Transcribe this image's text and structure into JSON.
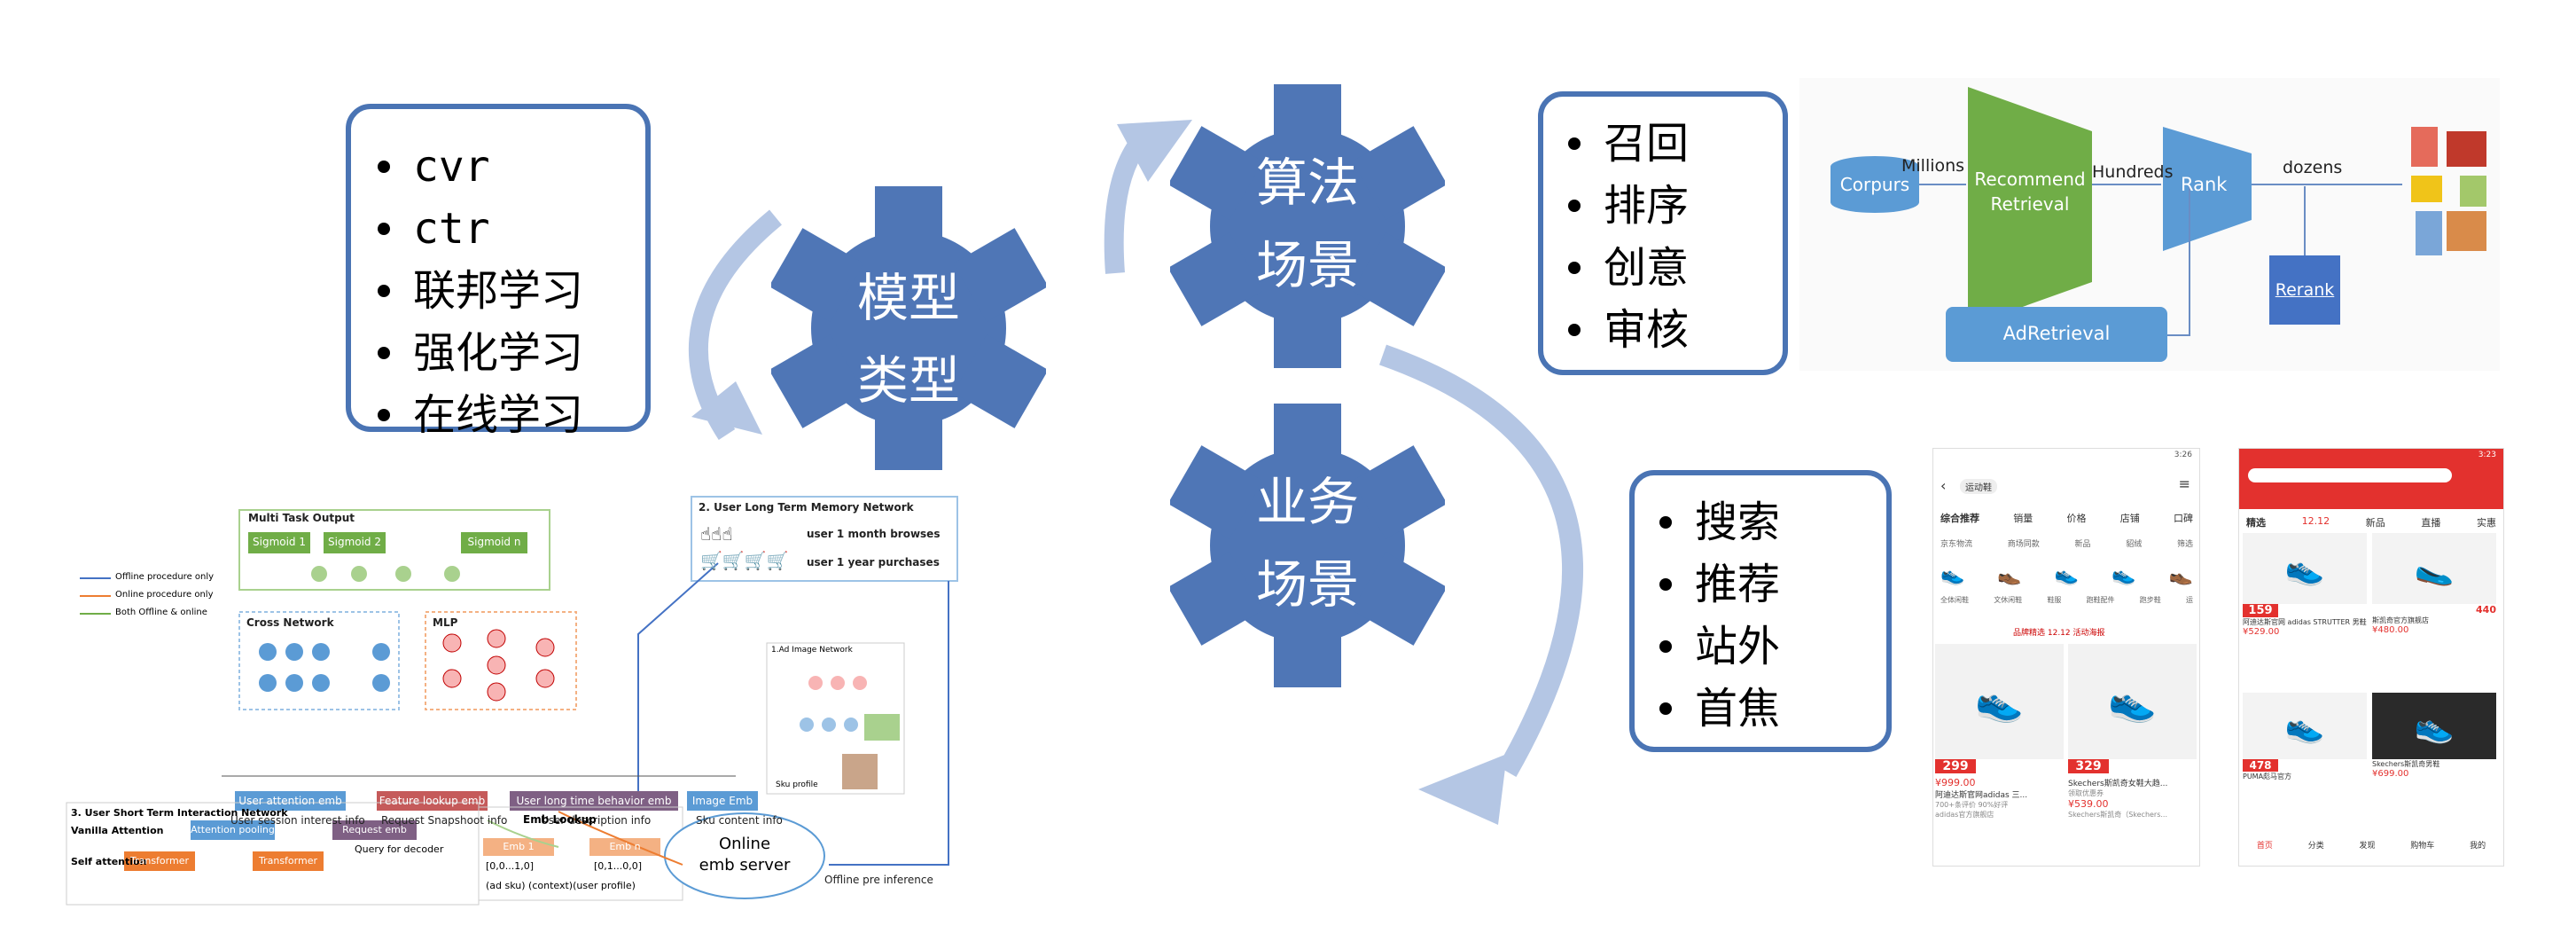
{
  "model_types": {
    "gear_label": [
      "模型",
      "类型"
    ],
    "items": [
      "cvr",
      "ctr",
      "联邦学习",
      "强化学习",
      "在线学习"
    ]
  },
  "algo": {
    "gear_label": [
      "算法",
      "场景"
    ],
    "items": [
      "召回",
      "排序",
      "创意",
      "审核"
    ]
  },
  "business": {
    "gear_label": [
      "业务",
      "场景"
    ],
    "items": [
      "搜索",
      "推荐",
      "站外",
      "首焦"
    ]
  },
  "pipeline": {
    "corpus": "Corpurs",
    "millions": "Millions",
    "recall": "Recommend Retrieval",
    "hundreds": "Hundreds",
    "rank": "Rank",
    "dozens": "dozens",
    "rerank": "Rerank",
    "adretrieval": "AdRetrieval",
    "colors": {
      "blue": "#5b9bd5",
      "green": "#70ad47",
      "dark_blue": "#4472c4"
    }
  },
  "architecture": {
    "multi_task_output": "Multi Task Output",
    "sigmoids": [
      "Sigmoid 1",
      "Sigmoid 2",
      "Sigmoid n"
    ],
    "cross_network": "Cross Network",
    "mlp": "MLP",
    "legend": [
      "Offline procedure only",
      "Online procedure only",
      "Both Offline & online"
    ],
    "long_term": "2. User Long Term Memory Network",
    "browses": "user 1 month browses",
    "purchases": "user 1 year purchases",
    "ad_image_network": "1.Ad Image Network",
    "sku_profile": "Sku profile",
    "emb_boxes": [
      "User attention emb",
      "Feature lookup emb",
      "User long time behavior emb",
      "Image Emb"
    ],
    "emb_captions": [
      "User session interest info",
      "Request Snapshoot info",
      "User description info",
      "Sku content info"
    ],
    "short_term": "3. User Short Term Interaction Network",
    "vanilla_attention": "Vanilla Attention",
    "self_attention": "Self attention",
    "attention_pooling": "Attention pooling",
    "transformer": "Transformer",
    "request_emb": "Request emb",
    "query_decoder": "Query for decoder",
    "emb_lookup": "Emb Lookup",
    "emb1": "Emb 1",
    "embn": "Emb n",
    "vec1": "[0,0...1,0]",
    "vec2": "[0,1...0,0]",
    "emb_lookup_caption": "(ad sku) (context)(user profile)",
    "server": [
      "Online",
      "emb server"
    ],
    "offline_pre": "Offline pre inference"
  },
  "phone_search": {
    "status": "3:26",
    "tag": "运动鞋",
    "tabs": [
      "综合推荐",
      "销量",
      "价格",
      "店铺",
      "口碑"
    ],
    "subtabs": [
      "京东物流",
      "商场同款",
      "新品",
      "貂绒",
      "筛选"
    ],
    "cats": [
      "全体闲鞋",
      "文休闲鞋",
      "鞋服",
      "跑鞋配件",
      "跑步鞋",
      "运"
    ],
    "promo": "品牌精选 12.12 活动海报",
    "products": [
      {
        "title": "阿迪达斯官网adidas 三...",
        "price": "¥999.00",
        "badge": "299",
        "sub": "700+条评价 90%好评",
        "store": "adidas官方旗舰店"
      },
      {
        "title": "Skechers斯凯奇女鞋大趋...",
        "price": "¥539.00",
        "badge": "329",
        "sub": "领取优惠券",
        "store": "Skechers斯凯奇（Skechers..."
      }
    ]
  },
  "phone_reco": {
    "status": "3:23",
    "tabs": [
      "精选",
      "12.12",
      "新品",
      "直播",
      "实惠"
    ],
    "prices": [
      "159",
      "¥529.00",
      "¥480.00",
      "¥699.00",
      "440",
      "478"
    ],
    "titles": [
      "阿迪达斯官网 adidas STRUTTER 男鞋",
      "斯凯奇官方旗舰店",
      "PUMA彪马官方",
      "Skechers斯凯奇男鞋"
    ],
    "nav": [
      "首页",
      "分类",
      "发现",
      "购物车",
      "我的"
    ]
  }
}
